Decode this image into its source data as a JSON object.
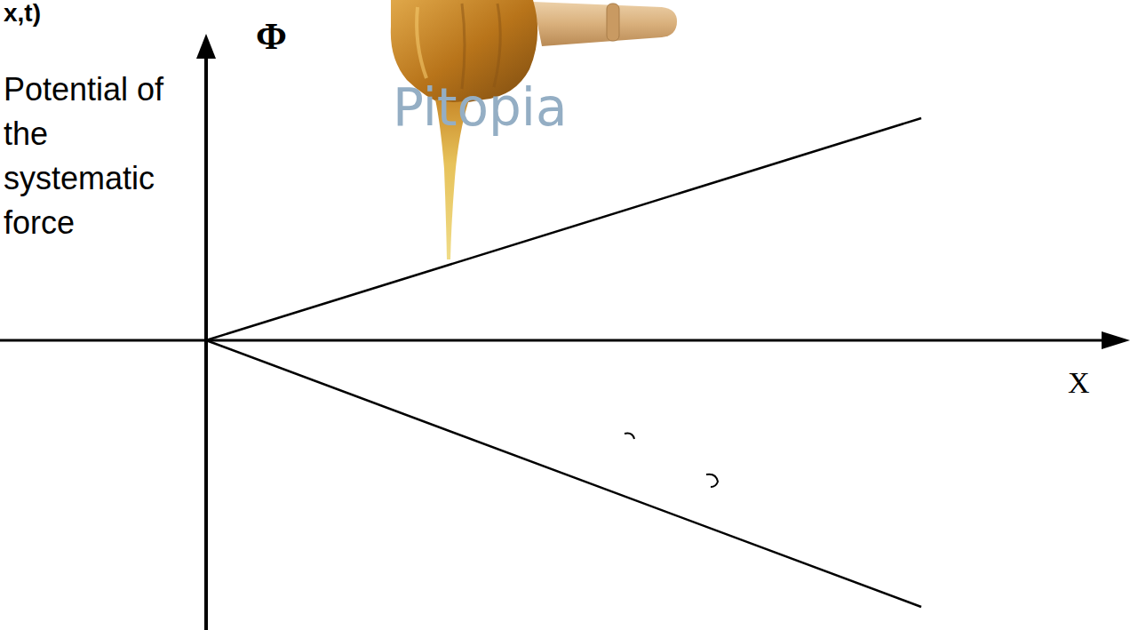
{
  "diagram": {
    "labels": [
      "x,t)",
      "Φ",
      "Potential of the systematic force",
      "X",
      "Pitopia"
    ]
  }
}
